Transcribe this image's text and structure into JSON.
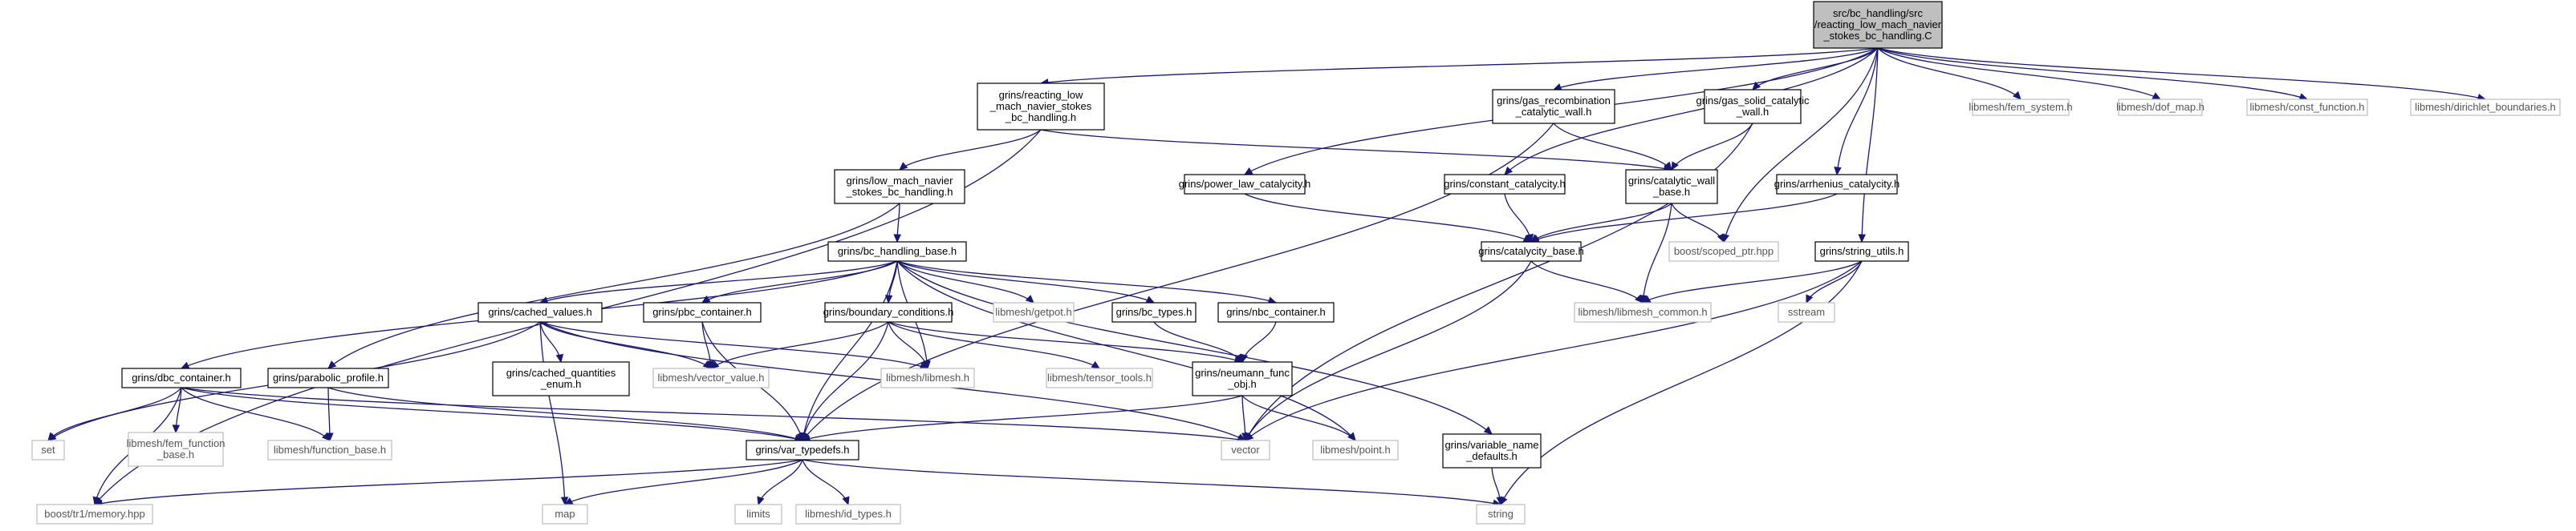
{
  "diagram": {
    "nodes": [
      {
        "id": "root",
        "lines": [
          "src/bc_handling/src",
          "/reacting_low_mach_navier",
          "_stokes_bc_handling.C"
        ],
        "style": "root"
      },
      {
        "id": "rlmns",
        "lines": [
          "grins/reacting_low",
          "_mach_navier_stokes",
          "_bc_handling.h"
        ],
        "style": "solid"
      },
      {
        "id": "gas_recomb",
        "lines": [
          "grins/gas_recombination",
          "_catalytic_wall.h"
        ],
        "style": "solid"
      },
      {
        "id": "gas_solid",
        "lines": [
          "grins/gas_solid_catalytic",
          "_wall.h"
        ],
        "style": "solid"
      },
      {
        "id": "fem_system",
        "lines": [
          "libmesh/fem_system.h"
        ],
        "style": "sys"
      },
      {
        "id": "dof_map",
        "lines": [
          "libmesh/dof_map.h"
        ],
        "style": "sys"
      },
      {
        "id": "const_function",
        "lines": [
          "libmesh/const_function.h"
        ],
        "style": "sys"
      },
      {
        "id": "dirichlet",
        "lines": [
          "libmesh/dirichlet_boundaries.h"
        ],
        "style": "sys"
      },
      {
        "id": "low_mach",
        "lines": [
          "grins/low_mach_navier",
          "_stokes_bc_handling.h"
        ],
        "style": "solid"
      },
      {
        "id": "power_law",
        "lines": [
          "grins/power_law_catalycity.h"
        ],
        "style": "solid"
      },
      {
        "id": "constant_cat",
        "lines": [
          "grins/constant_catalycity.h"
        ],
        "style": "solid"
      },
      {
        "id": "cat_wall_base",
        "lines": [
          "grins/catalytic_wall",
          "_base.h"
        ],
        "style": "solid"
      },
      {
        "id": "arrhenius",
        "lines": [
          "grins/arrhenius_catalycity.h"
        ],
        "style": "solid"
      },
      {
        "id": "bc_base",
        "lines": [
          "grins/bc_handling_base.h"
        ],
        "style": "solid"
      },
      {
        "id": "catalycity_base",
        "lines": [
          "grins/catalycity_base.h"
        ],
        "style": "solid"
      },
      {
        "id": "scoped_ptr",
        "lines": [
          "boost/scoped_ptr.hpp"
        ],
        "style": "sys"
      },
      {
        "id": "string_utils",
        "lines": [
          "grins/string_utils.h"
        ],
        "style": "solid"
      },
      {
        "id": "cached_values",
        "lines": [
          "grins/cached_values.h"
        ],
        "style": "solid"
      },
      {
        "id": "pbc_container",
        "lines": [
          "grins/pbc_container.h"
        ],
        "style": "solid"
      },
      {
        "id": "boundary_cond",
        "lines": [
          "grins/boundary_conditions.h"
        ],
        "style": "solid"
      },
      {
        "id": "getpot",
        "lines": [
          "libmesh/getpot.h"
        ],
        "style": "sys"
      },
      {
        "id": "bc_types",
        "lines": [
          "grins/bc_types.h"
        ],
        "style": "solid"
      },
      {
        "id": "nbc_container",
        "lines": [
          "grins/nbc_container.h"
        ],
        "style": "solid"
      },
      {
        "id": "libmesh_common",
        "lines": [
          "libmesh/libmesh_common.h"
        ],
        "style": "sys"
      },
      {
        "id": "sstream",
        "lines": [
          "sstream"
        ],
        "style": "sys"
      },
      {
        "id": "cached_qty",
        "lines": [
          "grins/cached_quantities",
          "_enum.h"
        ],
        "style": "solid"
      },
      {
        "id": "vector_value",
        "lines": [
          "libmesh/vector_value.h"
        ],
        "style": "sys"
      },
      {
        "id": "libmesh_h",
        "lines": [
          "libmesh/libmesh.h"
        ],
        "style": "sys"
      },
      {
        "id": "tensor_tools",
        "lines": [
          "libmesh/tensor_tools.h"
        ],
        "style": "sys"
      },
      {
        "id": "neumann",
        "lines": [
          "grins/neumann_func",
          "_obj.h"
        ],
        "style": "solid"
      },
      {
        "id": "dbc_container",
        "lines": [
          "grins/dbc_container.h"
        ],
        "style": "solid"
      },
      {
        "id": "parabolic",
        "lines": [
          "grins/parabolic_profile.h"
        ],
        "style": "solid"
      },
      {
        "id": "variable_name",
        "lines": [
          "grins/variable_name",
          "_defaults.h"
        ],
        "style": "solid"
      },
      {
        "id": "set",
        "lines": [
          "set"
        ],
        "style": "sys"
      },
      {
        "id": "fem_function_base",
        "lines": [
          "libmesh/fem_function",
          "_base.h"
        ],
        "style": "sys"
      },
      {
        "id": "function_base",
        "lines": [
          "libmesh/function_base.h"
        ],
        "style": "sys"
      },
      {
        "id": "var_typedefs",
        "lines": [
          "grins/var_typedefs.h"
        ],
        "style": "solid"
      },
      {
        "id": "vector",
        "lines": [
          "vector"
        ],
        "style": "sys"
      },
      {
        "id": "point",
        "lines": [
          "libmesh/point.h"
        ],
        "style": "sys"
      },
      {
        "id": "memory",
        "lines": [
          "boost/tr1/memory.hpp"
        ],
        "style": "sys"
      },
      {
        "id": "map",
        "lines": [
          "map"
        ],
        "style": "sys"
      },
      {
        "id": "limits",
        "lines": [
          "limits"
        ],
        "style": "sys"
      },
      {
        "id": "id_types",
        "lines": [
          "libmesh/id_types.h"
        ],
        "style": "sys"
      },
      {
        "id": "string",
        "lines": [
          "string"
        ],
        "style": "sys"
      }
    ],
    "edges": [
      [
        "root",
        "rlmns"
      ],
      [
        "root",
        "gas_recomb"
      ],
      [
        "root",
        "gas_solid"
      ],
      [
        "root",
        "fem_system"
      ],
      [
        "root",
        "dof_map"
      ],
      [
        "root",
        "const_function"
      ],
      [
        "root",
        "dirichlet"
      ],
      [
        "root",
        "power_law"
      ],
      [
        "root",
        "constant_cat"
      ],
      [
        "root",
        "arrhenius"
      ],
      [
        "root",
        "scoped_ptr"
      ],
      [
        "root",
        "string_utils"
      ],
      [
        "rlmns",
        "low_mach"
      ],
      [
        "rlmns",
        "cat_wall_base"
      ],
      [
        "rlmns",
        "memory"
      ],
      [
        "low_mach",
        "bc_base"
      ],
      [
        "low_mach",
        "parabolic"
      ],
      [
        "gas_recomb",
        "cat_wall_base"
      ],
      [
        "gas_recomb",
        "var_typedefs"
      ],
      [
        "gas_solid",
        "cat_wall_base"
      ],
      [
        "gas_solid",
        "vector"
      ],
      [
        "cat_wall_base",
        "catalycity_base"
      ],
      [
        "cat_wall_base",
        "scoped_ptr"
      ],
      [
        "cat_wall_base",
        "libmesh_common"
      ],
      [
        "power_law",
        "catalycity_base"
      ],
      [
        "constant_cat",
        "catalycity_base"
      ],
      [
        "arrhenius",
        "catalycity_base"
      ],
      [
        "catalycity_base",
        "libmesh_common"
      ],
      [
        "catalycity_base",
        "vector"
      ],
      [
        "string_utils",
        "libmesh_common"
      ],
      [
        "string_utils",
        "sstream"
      ],
      [
        "string_utils",
        "vector"
      ],
      [
        "string_utils",
        "string"
      ],
      [
        "bc_base",
        "cached_values"
      ],
      [
        "bc_base",
        "pbc_container"
      ],
      [
        "bc_base",
        "boundary_cond"
      ],
      [
        "bc_base",
        "getpot"
      ],
      [
        "bc_base",
        "bc_types"
      ],
      [
        "bc_base",
        "nbc_container"
      ],
      [
        "bc_base",
        "dbc_container"
      ],
      [
        "bc_base",
        "var_typedefs"
      ],
      [
        "bc_base",
        "variable_name"
      ],
      [
        "bc_base",
        "libmesh_h"
      ],
      [
        "bc_base",
        "point"
      ],
      [
        "cached_values",
        "cached_qty"
      ],
      [
        "cached_values",
        "vector_value"
      ],
      [
        "cached_values",
        "libmesh_h"
      ],
      [
        "cached_values",
        "set"
      ],
      [
        "cached_values",
        "map"
      ],
      [
        "cached_values",
        "vector"
      ],
      [
        "pbc_container",
        "vector_value"
      ],
      [
        "pbc_container",
        "var_typedefs"
      ],
      [
        "boundary_cond",
        "vector_value"
      ],
      [
        "boundary_cond",
        "libmesh_h"
      ],
      [
        "boundary_cond",
        "tensor_tools"
      ],
      [
        "boundary_cond",
        "var_typedefs"
      ],
      [
        "boundary_cond",
        "neumann"
      ],
      [
        "bc_types",
        "neumann"
      ],
      [
        "nbc_container",
        "neumann"
      ],
      [
        "neumann",
        "var_typedefs"
      ],
      [
        "neumann",
        "vector"
      ],
      [
        "neumann",
        "point"
      ],
      [
        "dbc_container",
        "set"
      ],
      [
        "dbc_container",
        "fem_function_base"
      ],
      [
        "dbc_container",
        "function_base"
      ],
      [
        "dbc_container",
        "var_typedefs"
      ],
      [
        "dbc_container",
        "vector"
      ],
      [
        "dbc_container",
        "memory"
      ],
      [
        "parabolic",
        "function_base"
      ],
      [
        "parabolic",
        "var_typedefs"
      ],
      [
        "variable_name",
        "string"
      ],
      [
        "var_typedefs",
        "memory"
      ],
      [
        "var_typedefs",
        "map"
      ],
      [
        "var_typedefs",
        "limits"
      ],
      [
        "var_typedefs",
        "id_types"
      ],
      [
        "var_typedefs",
        "string"
      ]
    ]
  }
}
